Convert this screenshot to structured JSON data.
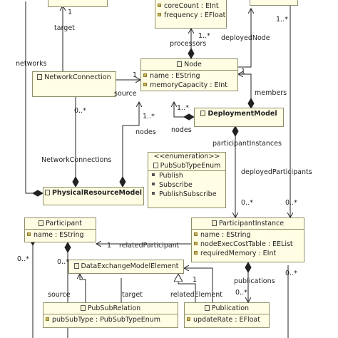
{
  "classes": {
    "processor": {
      "attrs": [
        "coreCount : EInt",
        "frequency : EFloat"
      ]
    },
    "node": {
      "name": "Node",
      "attrs": [
        "name : EString",
        "memoryCapacity : EInt"
      ]
    },
    "network_connection": {
      "name": "NetworkConnection"
    },
    "deployment_model": {
      "name": "DeploymentModel"
    },
    "physical_resource_model": {
      "name": "PhysicalResourceModel"
    },
    "participant": {
      "name": "Participant",
      "attrs": [
        "name : EString"
      ]
    },
    "participant_instance": {
      "name": "ParticipantInstance",
      "attrs": [
        "name : EString",
        "nodeExecCostTable : EEList",
        "requiredMemory : EInt"
      ]
    },
    "data_exchange_model_element": {
      "name": "DataExchangeModelElement"
    },
    "pubsub_relation": {
      "name": "PubSubRelation",
      "attrs": [
        "pubSubType : PubSubTypeEnum"
      ]
    },
    "publication": {
      "name": "Publication",
      "attrs": [
        "updateRate : EFloat"
      ]
    }
  },
  "enumeration": {
    "stereotype": "<<enumeration>>",
    "name": "PubSubTypeEnum",
    "literals": [
      "Publish",
      "Subscribe",
      "PublishSubscribe"
    ]
  },
  "labels": {
    "mult_1_top_netconn": "1",
    "target": "target",
    "networks": "networks",
    "processors": "processors",
    "mult_1_dots_proc": "1..*",
    "deployed_node": "deployedNode",
    "mult_1_dots_top_right": "1..*",
    "mult_1_node_right": "1",
    "source": "source",
    "mult_1_node_left": "1",
    "members": "members",
    "mult_0_dots_netconn": "0..*",
    "mult_1_dots_nodes_a": "1..*",
    "mult_1_dots_nodes_b": "1..*",
    "nodes_a": "nodes",
    "nodes_b": "nodes",
    "participant_instances": "participantInstances",
    "network_connections": "NetworkConnections",
    "deployed_participants": "deployedParticipants",
    "mult_0_dots_pi_a": "0..*",
    "mult_0_dots_pi_b": "0..*",
    "mult_1_related": "1",
    "related_participant": "relatedParticipant",
    "mult_0_dots_left": "0..*",
    "mult_0_dots_part": "0..*",
    "mult_1_dem": "1",
    "publications": "publications",
    "mult_0_dots_right": "0..*",
    "source_bottom": "source",
    "target_bottom": "target",
    "related_element": "relatedElement",
    "mult_0_dots_pub": "0..*"
  }
}
